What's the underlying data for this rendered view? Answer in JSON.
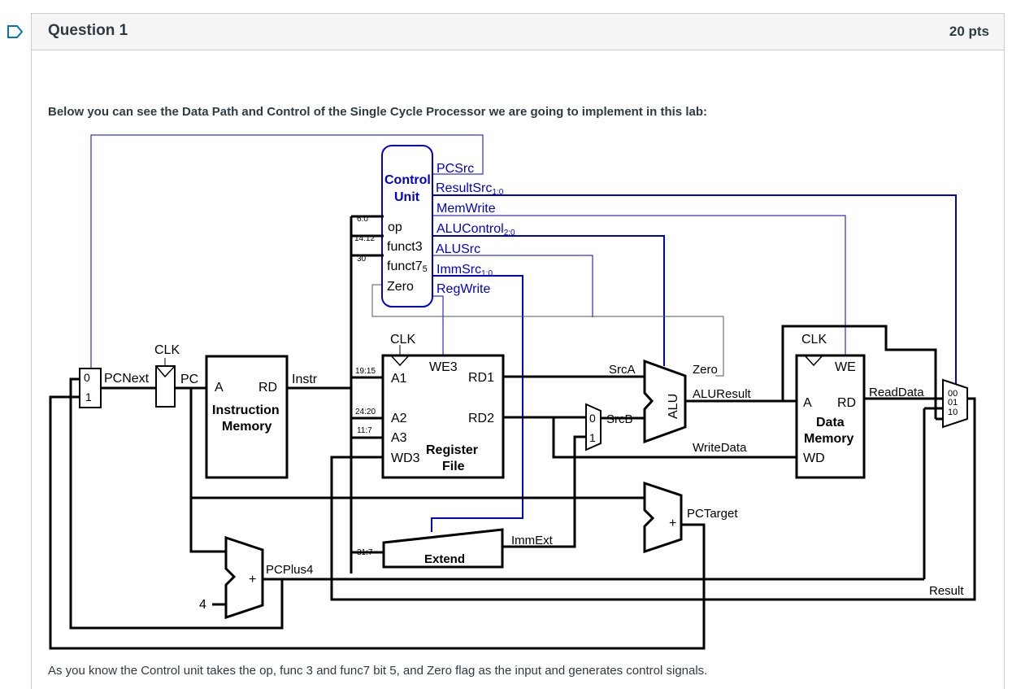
{
  "question": {
    "title": "Question 1",
    "points": "20 pts",
    "flag_icon": "bookmark-flag-icon"
  },
  "intro_text": "Below you can see the Data Path and Control of the Single Cycle Processor we are going to implement in this lab:",
  "outro_text": "As you know the Control unit takes the op, func 3 and func7 bit 5, and Zero flag as the input and generates control signals.",
  "colors": {
    "wire": "#000000",
    "control": "#0000cc",
    "header_bg": "#f5f5f5",
    "border": "#c7cdd1",
    "flag": "#0374b5"
  },
  "diagram": {
    "control_unit": {
      "title_line1": "Control",
      "title_line2": "Unit",
      "in_op": "op",
      "in_funct3": "funct3",
      "in_funct7": "funct7",
      "in_funct7_sub": "5",
      "in_zero": "Zero",
      "out_pcsrc": "PCSrc",
      "out_resultsrc": "ResultSrc",
      "out_resultsrc_sub": "1:0",
      "out_memwrite": "MemWrite",
      "out_alucontrol": "ALUControl",
      "out_alucontrol_sub": "2:0",
      "out_alusrc": "ALUSrc",
      "out_immsrc": "ImmSrc",
      "out_immsrc_sub": "1:0",
      "out_regwrite": "RegWrite"
    },
    "bit_fields": {
      "op": "6:0",
      "funct3": "14:12",
      "funct7": "30",
      "a1": "19:15",
      "a2": "24:20",
      "a3": "11:7",
      "imm": "31:7"
    },
    "pc_mux": {
      "in0": "0",
      "in1": "1"
    },
    "pc_register": {
      "clk": "CLK",
      "label_next": "PCNext",
      "label_pc": "PC"
    },
    "instruction_memory": {
      "port_a": "A",
      "port_rd": "RD",
      "title_line1": "Instruction",
      "title_line2": "Memory",
      "out": "Instr"
    },
    "register_file": {
      "clk": "CLK",
      "we3": "WE3",
      "a1": "A1",
      "a2": "A2",
      "a3": "A3",
      "wd3": "WD3",
      "rd1": "RD1",
      "rd2": "RD2",
      "title_line1": "Register",
      "title_line2": "File"
    },
    "srcb_mux": {
      "in0": "0",
      "in1": "1",
      "label": "SrcB"
    },
    "alu": {
      "label": "ALU",
      "srca": "SrcA",
      "zero": "Zero",
      "result": "ALUResult",
      "writedata": "WriteData"
    },
    "data_memory": {
      "clk": "CLK",
      "we": "WE",
      "port_a": "A",
      "port_rd": "RD",
      "title_line1": "Data",
      "title_line2": "Memory",
      "wd": "WD",
      "out": "ReadData"
    },
    "result_mux": {
      "in00": "00",
      "in01": "01",
      "in10": "10",
      "out": "Result"
    },
    "extend": {
      "label": "Extend",
      "out": "ImmExt"
    },
    "pc_target_adder": {
      "op": "+",
      "out": "PCTarget"
    },
    "pc_plus4_adder": {
      "op": "+",
      "const": "4",
      "out": "PCPlus4"
    }
  }
}
